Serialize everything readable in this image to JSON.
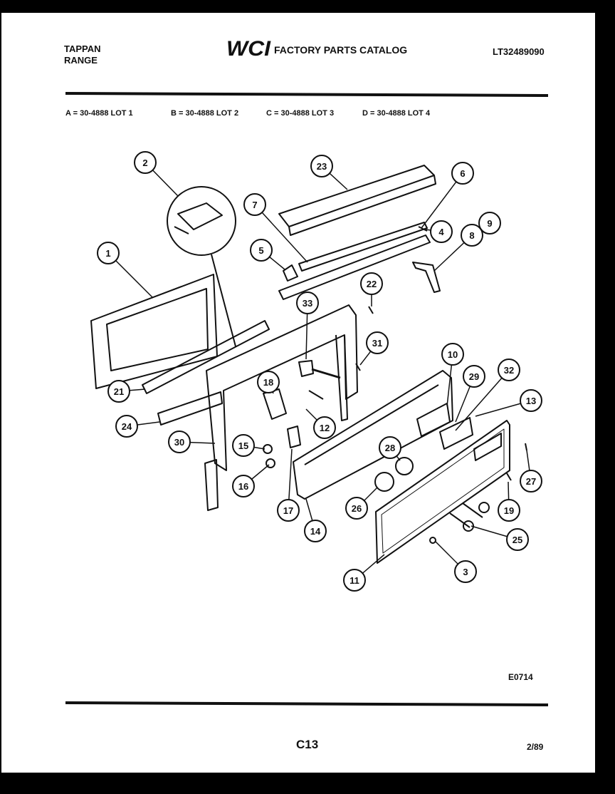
{
  "header": {
    "brand_line1": "TAPPAN",
    "brand_line2": "RANGE",
    "logo_text": "WCI",
    "catalog_title": "FACTORY PARTS CATALOG",
    "model_number": "LT32489090"
  },
  "lots": [
    "A = 30-4888 LOT 1",
    "B = 30-4888 LOT 2",
    "C = 30-4888 LOT 3",
    "D = 30-4888 LOT 4"
  ],
  "diagram": {
    "callouts": [
      "1",
      "2",
      "3",
      "4",
      "5",
      "6",
      "7",
      "8",
      "9",
      "10",
      "11",
      "12",
      "13",
      "14",
      "15",
      "16",
      "17",
      "18",
      "19",
      "21",
      "22",
      "23",
      "24",
      "25",
      "26",
      "27",
      "28",
      "29",
      "30",
      "31",
      "32",
      "33"
    ]
  },
  "footer": {
    "drawing_code": "E0714",
    "page_number": "C13",
    "date": "2/89"
  },
  "colors": {
    "paper": "#ffffff",
    "ink": "#111111",
    "border": "#000000"
  }
}
